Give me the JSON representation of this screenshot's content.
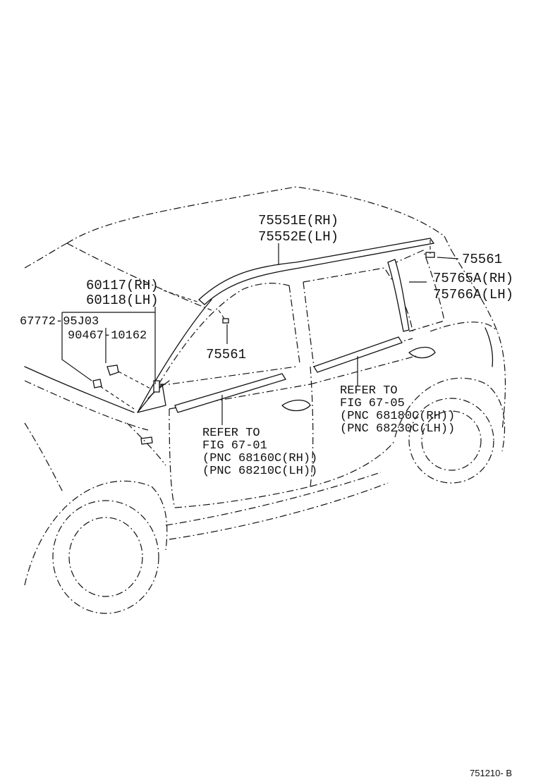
{
  "labels": {
    "upper_molding_rh": "75551E(RH)",
    "upper_molding_lh": "75552E(LH)",
    "clip_rear": "75561",
    "rear_molding_rh": "75765A(RH)",
    "rear_molding_lh": "75766A(LH)",
    "front_part_rh": "60117(RH)",
    "front_part_lh": "60118(LH)",
    "clip_a": "67772-95J03",
    "clip_b": "90467-10162",
    "clip_front": "75561",
    "ref_rear_1": "REFER TO",
    "ref_rear_2": "FIG 67-05",
    "ref_rear_3": "(PNC 68180C(RH))",
    "ref_rear_4": "(PNC 68230C(LH))",
    "ref_front_1": "REFER TO",
    "ref_front_2": "FIG 67-01",
    "ref_front_3": "(PNC 68160C(RH))",
    "ref_front_4": "(PNC 68210C(LH))",
    "figure_code": "751210- B"
  }
}
